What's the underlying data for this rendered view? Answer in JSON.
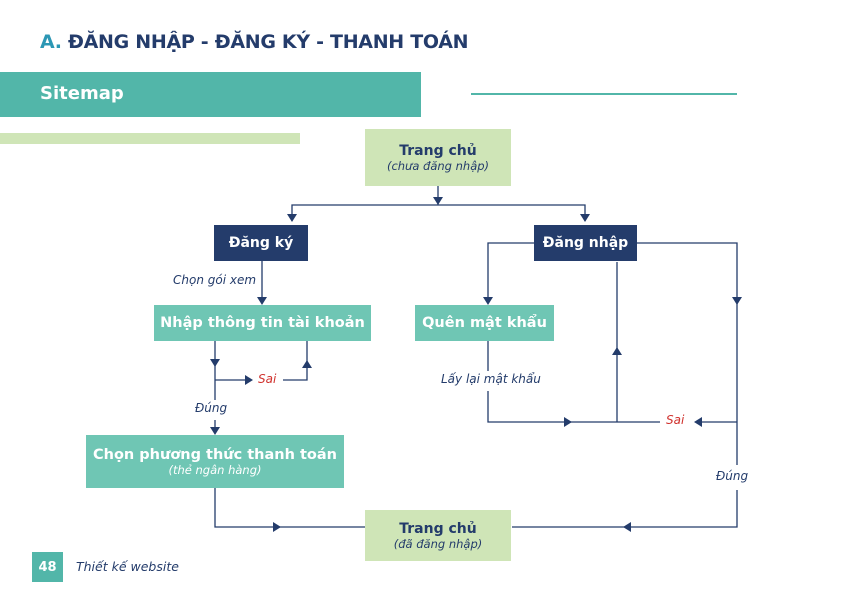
{
  "header": {
    "title_prefix": "A.",
    "title": "ĐĂNG NHẬP - ĐĂNG KÝ - THANH TOÁN",
    "section_label": "Sitemap"
  },
  "colors": {
    "navy": "#243c6b",
    "teal": "#52b6a9",
    "teal_light": "#6fc6b4",
    "green_light": "#cfe5b7",
    "error_red": "#d0312d",
    "title_accent": "#2c97b4"
  },
  "nodes": {
    "home_guest": {
      "main": "Trang chủ",
      "sub": "(chưa đăng nhập)"
    },
    "register": {
      "main": "Đăng ký"
    },
    "login": {
      "main": "Đăng nhập"
    },
    "enter_account_info": {
      "main": "Nhập thông tin tài khoản"
    },
    "forgot_password": {
      "main": "Quên mật khẩu"
    },
    "choose_payment": {
      "main": "Chọn phương thức thanh toán",
      "sub": "(thẻ ngân hàng)"
    },
    "home_member": {
      "main": "Trang chủ",
      "sub": "(đã đăng nhập)"
    }
  },
  "edge_labels": {
    "choose_package": "Chọn gói xem",
    "wrong_register": "Sai",
    "correct_register": "Đúng",
    "recover_password": "Lấy lại mật khẩu",
    "wrong_login": "Sai",
    "correct_login": "Đúng"
  },
  "footer": {
    "page_number": "48",
    "text": "Thiết kế website"
  }
}
